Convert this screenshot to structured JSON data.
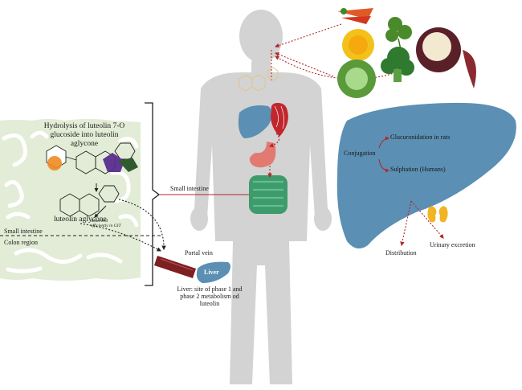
{
  "colors": {
    "body_silhouette": "#d2d2d2",
    "liver": "#5b8fb3",
    "intestine_bg": "#e3ecd6",
    "arrow_red": "#b3262b",
    "portal_vein": "#7e1f22",
    "stomach": "#e27a72",
    "small_intestine": "#3f9a6c",
    "heart": "#c2262d",
    "glucose_orange": "#f08a24",
    "luteolin_purple": "#5b2d8e",
    "luteolin_green": "#2f5b2f",
    "kidney": "#f0b424"
  },
  "gut_panel": {
    "title": "Hydrolysis of luteolin 7-O glucoside into luteolin aglycone",
    "title_lines": [
      "Hydrolysis of luteolin 7-O",
      "glucoside into luteolin",
      "aglycone"
    ],
    "aglycone_label": "luteolin aglycone",
    "absorbed_note": "Absorbed efficiently in GIT",
    "absorbed_note_lines": [
      "Absorbed",
      "efficiently in GIT"
    ],
    "small_intestine_label": "Small intestine",
    "colon_label": "Colon region"
  },
  "body_labels": {
    "small_intestine": "Small intestine",
    "portal_vein": "Portal vein",
    "liver_label": "Liver",
    "liver_caption": "Liver: site of phase 1 and phase 2 metabolism od luteolin",
    "liver_caption_lines": [
      "Liver: site of phase 1 and",
      "phase 2 metabolism od",
      "luteolin"
    ]
  },
  "liver_panel": {
    "conjugation": "Conjugation",
    "glucuronidation": "Glucuronidation in rats",
    "sulphation": "Sulphation (Humans)",
    "distribution": "Distribution",
    "urinary_excretion": "Urinary excretion"
  },
  "food_sources": [
    "carrots",
    "marigold",
    "parsley",
    "apple peel",
    "cabbage",
    "broccoli"
  ],
  "icons": [
    "molecule-icon",
    "heart-icon",
    "stomach-icon",
    "intestine-icon",
    "kidney-icon",
    "liver-icon",
    "portal-vein-icon"
  ]
}
